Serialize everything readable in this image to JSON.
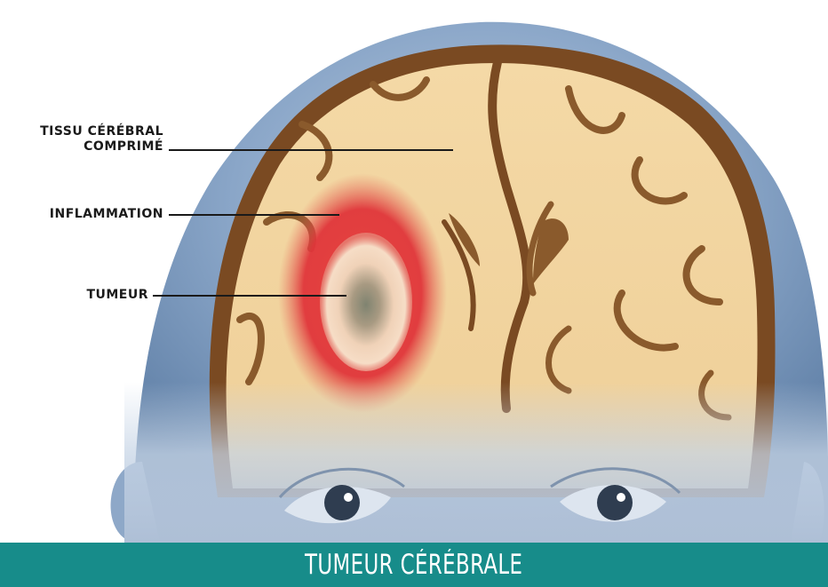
{
  "labels": {
    "compressed_tissue_line1": "TISSU CÉRÉBRAL",
    "compressed_tissue_line2": "COMPRIMÉ",
    "inflammation": "INFLAMMATION",
    "tumor": "TUMEUR"
  },
  "footer": {
    "title": "TUMEUR CÉRÉBRALE"
  },
  "colors": {
    "footer_bg": "#178c8a",
    "head_skin": "#6e8fb4",
    "brain_tissue": "#f1d39f",
    "brain_fold": "#7a4a22",
    "inflammation": "#e0353a",
    "tumor_core": "#8a8878"
  }
}
